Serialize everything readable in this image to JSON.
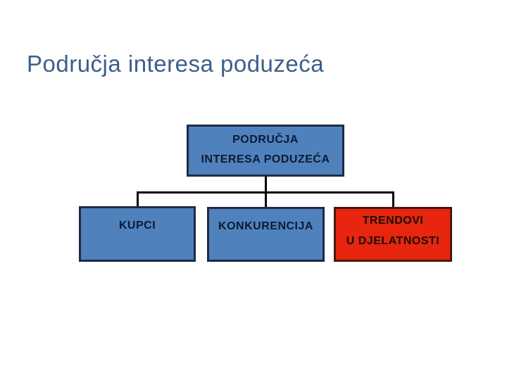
{
  "slide": {
    "title": "Područja interesa poduzeća"
  },
  "diagram": {
    "root_box": {
      "lines": [
        "PODRUČJA",
        "INTERESA PODUZEĆA"
      ]
    },
    "child_boxes": [
      {
        "name": "kupci",
        "lines": [
          "KUPCI"
        ]
      },
      {
        "name": "konkurencija",
        "lines": [
          "KONKURENCIJA"
        ]
      },
      {
        "name": "trendovi-u-djelatnosti",
        "lines": [
          "TRENDOVI",
          "U DJELATNOSTI"
        ]
      }
    ],
    "colors": {
      "blue_box_fill": "#4f81bd",
      "blue_box_border": "#1f2a44",
      "red_box_fill": "#e8250e",
      "red_box_border": "#4a180c",
      "connector_line": "#000000",
      "title_text": "#3d5e8a",
      "box_text": "#0d1a32"
    }
  }
}
